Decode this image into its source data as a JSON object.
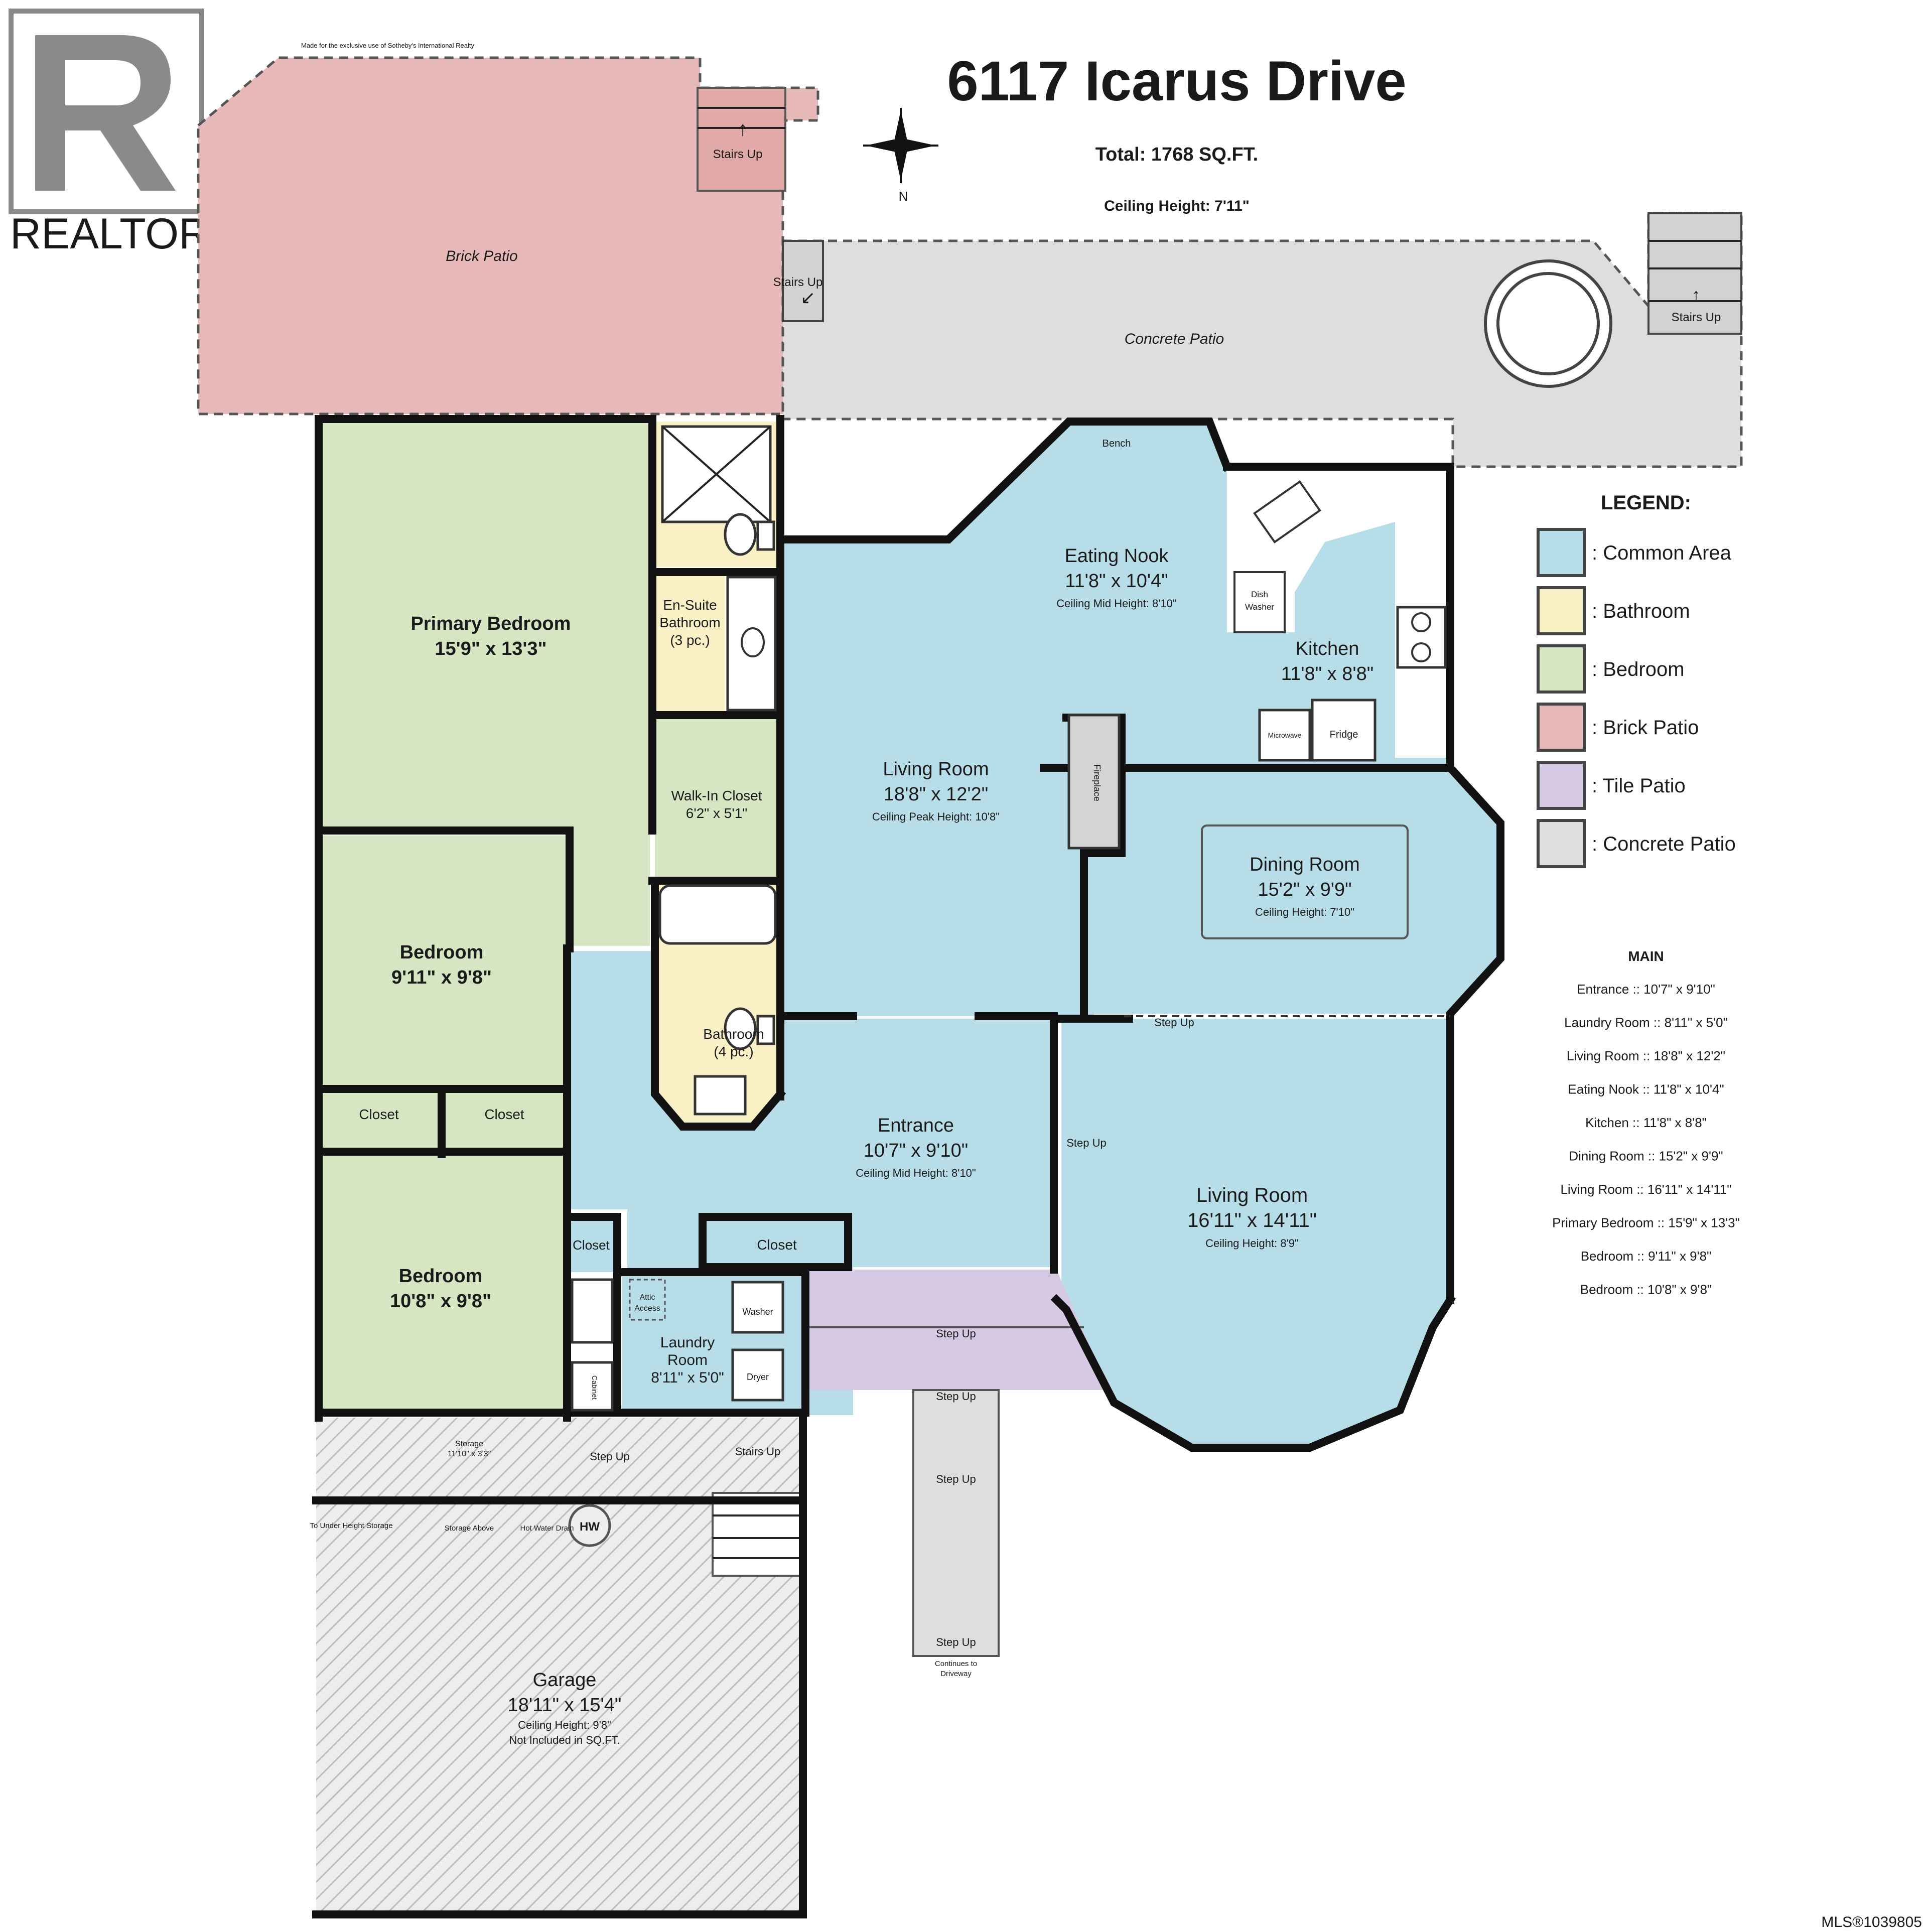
{
  "header": {
    "title": "6117 Icarus Drive",
    "total": "Total: 1768 SQ.FT.",
    "ceiling": "Ceiling Height: 7'11\"",
    "compass_n": "N"
  },
  "watermark": {
    "realtor": "REALTOR",
    "reg": "®",
    "mls": "MLS®1039805",
    "fine_print": "Made for the exclusive use of Sotheby's International Realty"
  },
  "colors": {
    "common": "#b7dde8",
    "bathroom": "#faf0c5",
    "bedroom": "#d6e6c3",
    "brick": "#e8b9b9",
    "tile": "#d5c9e3",
    "concrete": "#dedede",
    "garage_hatch": "#cfcfcf"
  },
  "rooms": {
    "primary": {
      "name": "Primary Bedroom",
      "dim": "15'9\" x 13'3\""
    },
    "ensuite": {
      "name1": "En-Suite",
      "name2": "Bathroom",
      "sub": "(3 pc.)"
    },
    "walkin": {
      "name": "Walk-In Closet",
      "dim": "6'2\" x 5'1\""
    },
    "bed1": {
      "name": "Bedroom",
      "dim": "9'11\" x 9'8\""
    },
    "bed2": {
      "name": "Bedroom",
      "dim": "10'8\" x 9'8\""
    },
    "bath": {
      "name": "Bathroom",
      "sub": "(4 pc.)"
    },
    "living1": {
      "name": "Living Room",
      "dim": "18'8\" x 12'2\"",
      "ceil": "Ceiling Peak Height: 10'8\""
    },
    "nook": {
      "name": "Eating Nook",
      "dim": "11'8\" x 10'4\"",
      "ceil": "Ceiling Mid Height: 8'10\""
    },
    "kitchen": {
      "name": "Kitchen",
      "dim": "11'8\" x 8'8\""
    },
    "dining": {
      "name": "Dining Room",
      "dim": "15'2\" x 9'9\"",
      "ceil": "Ceiling Height: 7'10\""
    },
    "living2": {
      "name": "Living Room",
      "dim": "16'11\" x 14'11\"",
      "ceil": "Ceiling Height: 8'9\""
    },
    "entrance": {
      "name": "Entrance",
      "dim": "10'7\" x 9'10\"",
      "ceil": "Ceiling Mid Height: 8'10\""
    },
    "laundry": {
      "name1": "Laundry",
      "name2": "Room",
      "dim": "8'11\" x 5'0\""
    },
    "garage": {
      "name": "Garage",
      "dim": "18'11\" x 15'4\"",
      "ceil": "Ceiling Height: 9'8\"",
      "note": "Not Included in SQ.FT."
    },
    "storage": {
      "name": "Storage",
      "dim": "11'10\" x 3'3\""
    }
  },
  "labels": {
    "closet": "Closet",
    "brick_patio": "Brick Patio",
    "concrete_patio": "Concrete Patio",
    "stairs_up": "Stairs Up",
    "step_up": "Step Up",
    "bench": "Bench",
    "dishwasher1": "Dish",
    "dishwasher2": "Washer",
    "fridge": "Fridge",
    "microwave": "Microwave",
    "fireplace": "Fireplace",
    "washer": "Washer",
    "dryer": "Dryer",
    "attic1": "Attic",
    "attic2": "Access",
    "cabinet": "Cabinet",
    "hw": "HW",
    "under_height": "To Under Height Storage",
    "storage_above": "Storage Above",
    "hot_water": "Hot Water Drain",
    "continues1": "Continues to",
    "continues2": "Driveway"
  },
  "legend": {
    "title": "LEGEND:",
    "items": [
      {
        "label": ": Common Area",
        "color": "#b7dde8"
      },
      {
        "label": ": Bathroom",
        "color": "#faf0c5"
      },
      {
        "label": ": Bedroom",
        "color": "#d6e6c3"
      },
      {
        "label": ": Brick Patio",
        "color": "#e8b9b9"
      },
      {
        "label": ": Tile Patio",
        "color": "#d5c9e3"
      },
      {
        "label": ": Concrete Patio",
        "color": "#dedede"
      }
    ]
  },
  "room_list": {
    "title": "MAIN",
    "items": [
      "Entrance :: 10'7\" x 9'10\"",
      "Laundry Room :: 8'11\" x 5'0\"",
      "Living Room :: 18'8\" x 12'2\"",
      "Eating Nook :: 11'8\" x 10'4\"",
      "Kitchen :: 11'8\" x 8'8\"",
      "Dining Room :: 15'2\" x 9'9\"",
      "Living Room :: 16'11\" x 14'11\"",
      "Primary Bedroom :: 15'9\" x 13'3\"",
      "Bedroom :: 9'11\" x 9'8\"",
      "Bedroom :: 10'8\" x 9'8\""
    ]
  }
}
